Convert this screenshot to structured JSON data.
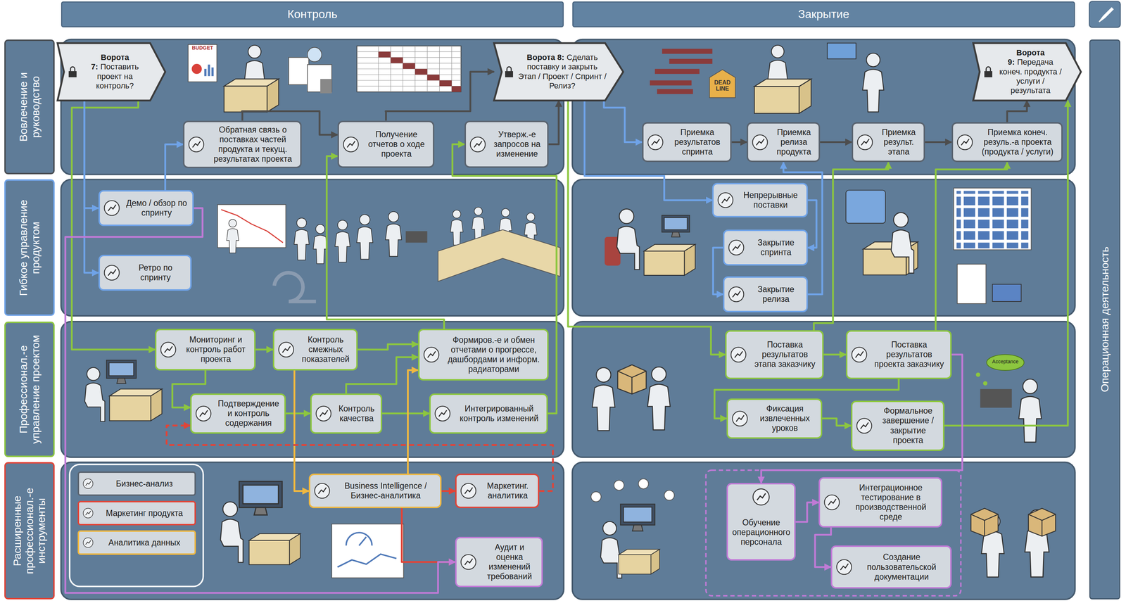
{
  "diagram": {
    "nodes": [
      {
        "text": [
          "Контроль"
        ]
      },
      {
        "text": [
          "Закрытие"
        ]
      },
      {
        "text": [
          "Вовлечение и руководство"
        ]
      },
      {
        "text": [
          "Гибкое управление продуктом"
        ]
      },
      {
        "text": [
          "Профессионал.-е управление проектом"
        ]
      },
      {
        "text": [
          "Расширенные профессионал.-е инструменты"
        ]
      },
      {
        "text": [
          "Операционная деятельность"
        ]
      },
      {
        "text": [
          "Ворота 7:",
          "Поставить проект на контроль?"
        ]
      },
      {
        "text": [
          "Обратная связь о поставках частей продукта и текущ. результатах проекта"
        ]
      },
      {
        "text": [
          "Получение отчетов о ходе проекта"
        ]
      },
      {
        "text": [
          "Утверж.-е запросов на изменение"
        ]
      },
      {
        "text": [
          "Ворота 8:",
          "Сделать поставку и закрыть Этап / Проект / Спринт / Релиз?"
        ]
      },
      {
        "text": [
          "Приемка результатов спринта"
        ]
      },
      {
        "text": [
          "Приемка релиза продукта"
        ]
      },
      {
        "text": [
          "Приемка результ. этапа"
        ]
      },
      {
        "text": [
          "Приемка конеч. резуль.-а проекта (продукта / услуги)"
        ]
      },
      {
        "text": [
          "Ворота 9:",
          "Передача конеч. продукта / услуги / результата"
        ]
      },
      {
        "text": [
          "Демо / обзор по спринту"
        ]
      },
      {
        "text": [
          "Ретро по спринту"
        ]
      },
      {
        "text": [
          "Непрерывные поставки"
        ]
      },
      {
        "text": [
          "Закрытие спринта"
        ]
      },
      {
        "text": [
          "Закрытие релиза"
        ]
      },
      {
        "text": [
          "Мониторинг и контроль работ проекта"
        ]
      },
      {
        "text": [
          "Контроль смежных показателей"
        ]
      },
      {
        "text": [
          "Формиров.-е и обмен отчетами о прогрессе, дашбордами и информ. радиаторами"
        ]
      },
      {
        "text": [
          "Подтверждение и контроль содержания"
        ]
      },
      {
        "text": [
          "Контроль качества"
        ]
      },
      {
        "text": [
          "Интегрированный контроль изменений"
        ]
      },
      {
        "text": [
          "Поставка результатов этапа заказчику"
        ]
      },
      {
        "text": [
          "Поставка результатов проекта заказчику"
        ]
      },
      {
        "text": [
          "Фиксация извлеченных уроков"
        ]
      },
      {
        "text": [
          "Формальное завершение / закрытие проекта"
        ]
      },
      {
        "text": [
          "Бизнес-анализ"
        ]
      },
      {
        "text": [
          "Маркетинг продукта"
        ]
      },
      {
        "text": [
          "Аналитика данных"
        ]
      },
      {
        "text": [
          "Business Intelligence / Бизнес-аналитика"
        ]
      },
      {
        "text": [
          "Маркетинг. аналитика"
        ]
      },
      {
        "text": [
          "Аудит и оценка изменений требований"
        ]
      },
      {
        "text": [
          "Обучение операционного персонала"
        ]
      },
      {
        "text": [
          "Интеграционное тестирование в производственной среде"
        ]
      },
      {
        "text": [
          "Создание пользовательской документации"
        ]
      }
    ],
    "edges": [
      {
        "from": 7,
        "to": 22,
        "arrow": "to"
      },
      {
        "from": 7,
        "to": 17,
        "arrow": "to"
      },
      {
        "from": 7,
        "to": 18,
        "arrow": "to"
      },
      {
        "from": 17,
        "to": 8,
        "arrow": "to"
      },
      {
        "from": 8,
        "to": 9,
        "arrow": "to"
      },
      {
        "from": 9,
        "to": 11,
        "arrow": "to"
      },
      {
        "from": 10,
        "to": 11,
        "arrow": "to"
      },
      {
        "from": 22,
        "to": 23,
        "arrow": "to"
      },
      {
        "from": 23,
        "to": 24,
        "arrow": "to"
      },
      {
        "from": 22,
        "to": 25,
        "arrow": "to"
      },
      {
        "from": 25,
        "to": 26,
        "arrow": "to"
      },
      {
        "from": 26,
        "to": 27,
        "arrow": "to"
      },
      {
        "from": 26,
        "to": 24,
        "arrow": "to"
      },
      {
        "from": 24,
        "to": 9,
        "arrow": "to"
      },
      {
        "from": 27,
        "to": 10,
        "arrow": "to"
      },
      {
        "from": 23,
        "to": 35,
        "arrow": "to"
      },
      {
        "from": 35,
        "to": 24,
        "arrow": "to"
      },
      {
        "from": 35,
        "to": 36,
        "arrow": "to"
      },
      {
        "from": 35,
        "to": 37,
        "arrow": "to"
      },
      {
        "from": 36,
        "to": 25,
        "arrow": "to"
      },
      {
        "from": 17,
        "to": 37,
        "arrow": "to"
      },
      {
        "from": 11,
        "to": 12,
        "arrow": "to"
      },
      {
        "from": 11,
        "to": 19,
        "arrow": "to"
      },
      {
        "from": 11,
        "to": 28,
        "arrow": "to"
      },
      {
        "from": 12,
        "to": 13,
        "arrow": "to"
      },
      {
        "from": 13,
        "to": 14,
        "arrow": "to"
      },
      {
        "from": 14,
        "to": 15,
        "arrow": "to"
      },
      {
        "from": 15,
        "to": 16,
        "arrow": "to"
      },
      {
        "from": 19,
        "to": 20,
        "arrow": "to"
      },
      {
        "from": 20,
        "to": 21,
        "arrow": "to"
      },
      {
        "from": 21,
        "to": 13,
        "arrow": "to"
      },
      {
        "from": 28,
        "to": 29,
        "arrow": "to"
      },
      {
        "from": 29,
        "to": 30,
        "arrow": "to"
      },
      {
        "from": 30,
        "to": 31,
        "arrow": "to"
      },
      {
        "from": 28,
        "to": 14,
        "arrow": "to"
      },
      {
        "from": 29,
        "to": 15,
        "arrow": "to"
      },
      {
        "from": 31,
        "to": 16,
        "arrow": "to"
      },
      {
        "from": 29,
        "to": 38,
        "arrow": "to"
      },
      {
        "from": 38,
        "to": 39,
        "arrow": "to"
      },
      {
        "from": 39,
        "to": 40,
        "arrow": "to"
      }
    ],
    "labels": [
      "BUDGET",
      "DEAD LINE",
      "Acceptance"
    ]
  }
}
